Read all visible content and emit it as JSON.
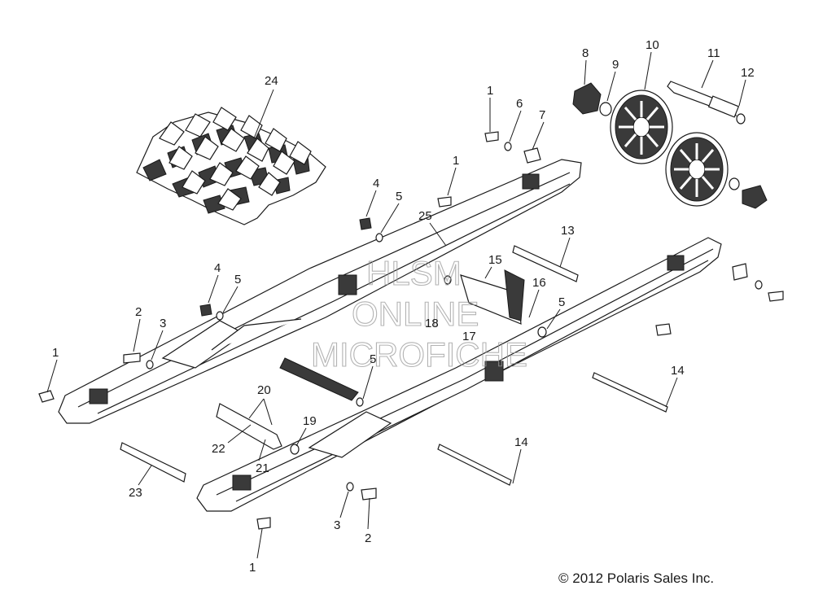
{
  "diagram": {
    "watermark_lines": [
      "HLSM",
      "ONLINE",
      "MICROFICHE"
    ],
    "copyright": "© 2012 Polaris Sales Inc.",
    "callouts": [
      {
        "id": "c24",
        "label": "24"
      },
      {
        "id": "c8",
        "label": "8"
      },
      {
        "id": "c9",
        "label": "9"
      },
      {
        "id": "c10",
        "label": "10"
      },
      {
        "id": "c11",
        "label": "11"
      },
      {
        "id": "c12",
        "label": "12"
      },
      {
        "id": "c1a",
        "label": "1"
      },
      {
        "id": "c6",
        "label": "6"
      },
      {
        "id": "c7",
        "label": "7"
      },
      {
        "id": "c1b",
        "label": "1"
      },
      {
        "id": "c4a",
        "label": "4"
      },
      {
        "id": "c5a",
        "label": "5"
      },
      {
        "id": "c25",
        "label": "25"
      },
      {
        "id": "c13",
        "label": "13"
      },
      {
        "id": "c15",
        "label": "15"
      },
      {
        "id": "c16",
        "label": "16"
      },
      {
        "id": "c4b",
        "label": "4"
      },
      {
        "id": "c5b",
        "label": "5"
      },
      {
        "id": "c2a",
        "label": "2"
      },
      {
        "id": "c3a",
        "label": "3"
      },
      {
        "id": "c18",
        "label": "18"
      },
      {
        "id": "c17",
        "label": "17"
      },
      {
        "id": "c5c",
        "label": "5"
      },
      {
        "id": "c1c",
        "label": "1"
      },
      {
        "id": "c5d",
        "label": "5"
      },
      {
        "id": "c14a",
        "label": "14"
      },
      {
        "id": "c20",
        "label": "20"
      },
      {
        "id": "c19",
        "label": "19"
      },
      {
        "id": "c22",
        "label": "22"
      },
      {
        "id": "c21",
        "label": "21"
      },
      {
        "id": "c14b",
        "label": "14"
      },
      {
        "id": "c23",
        "label": "23"
      },
      {
        "id": "c3b",
        "label": "3"
      },
      {
        "id": "c2b",
        "label": "2"
      },
      {
        "id": "c1d",
        "label": "1"
      }
    ]
  }
}
